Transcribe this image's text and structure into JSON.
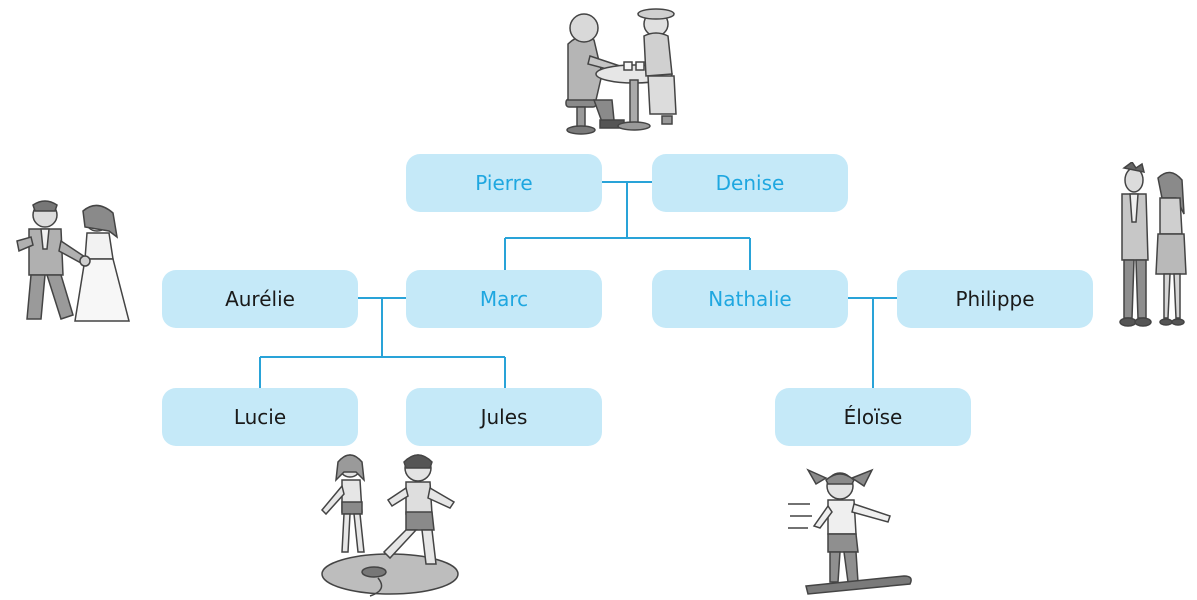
{
  "tree": {
    "line_color": "#29a3d8",
    "box_fill": "#c5e9f8",
    "blood_text_color": "#1fa7e0",
    "inlaw_text_color": "#1a1a1a",
    "people": {
      "pierre": "Pierre",
      "denise": "Denise",
      "aurelie": "Aurélie",
      "marc": "Marc",
      "nathalie": "Nathalie",
      "philippe": "Philippe",
      "lucie": "Lucie",
      "jules": "Jules",
      "eloise": "Éloïse"
    }
  },
  "illustrations": {
    "grandparents": "elderly-couple-cafe-illustration",
    "wedding": "wedding-couple-illustration",
    "couple": "standing-couple-illustration",
    "kids": "children-playing-sprinkler-illustration",
    "skier": "girl-water-skiing-illustration"
  }
}
